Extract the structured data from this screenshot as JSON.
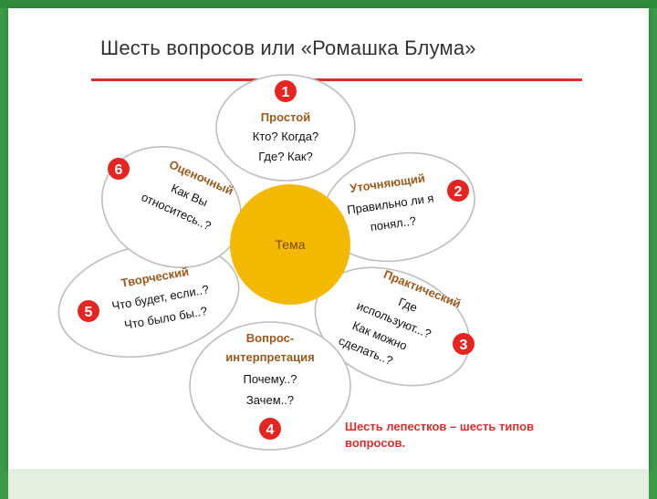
{
  "title": "Шесть вопросов или «Ромашка Блума»",
  "center": "Тема",
  "petals": [
    {
      "num": "1",
      "title": "Простой",
      "lines": [
        "Кто? Когда?",
        "Где? Как?"
      ]
    },
    {
      "num": "2",
      "title": "Уточняющий",
      "lines": [
        "Правильно ли я",
        "понял..?"
      ]
    },
    {
      "num": "3",
      "title": "Практический",
      "lines": [
        "Где",
        "используют...?",
        "Как можно",
        "сделать..?"
      ]
    },
    {
      "num": "4",
      "title_lines": [
        "Вопрос-",
        "интерпретация"
      ],
      "lines": [
        "Почему..?",
        "Зачем..?"
      ]
    },
    {
      "num": "5",
      "title": "Творческий",
      "lines": [
        "Что будет, если..?",
        "Что было бы..?"
      ]
    },
    {
      "num": "6",
      "title": "Оценочный",
      "lines": [
        "Как Вы",
        "относитесь..?"
      ]
    }
  ],
  "note": [
    "Шесть лепестков – шесть типов",
    "вопросов."
  ],
  "colors": {
    "accent_red": "#d9302c",
    "badge_red": "#e32622",
    "center_yellow": "#f3b800",
    "petal_title_brown": "#9a5a1e",
    "frame_green": "#3a9a47"
  }
}
